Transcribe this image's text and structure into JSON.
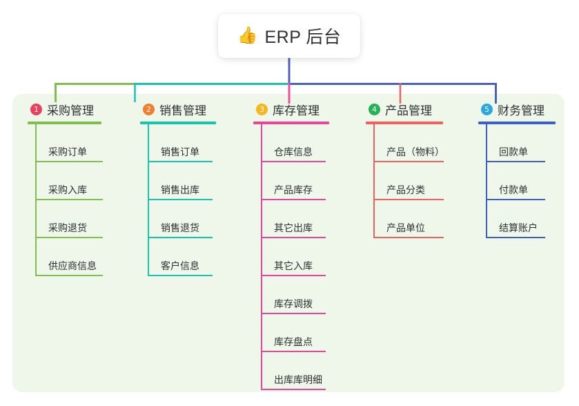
{
  "root": {
    "icon": "thumbs-up-icon",
    "icon_glyph": "👍",
    "title": "ERP 后台",
    "connector_color": "#4d5fc4"
  },
  "panel": {
    "background_color": "#eef7ea"
  },
  "columns": [
    {
      "number": "1",
      "badge_color": "#ec3f5e",
      "line_color": "#7fbf4d",
      "connector_color": "#7fbf4d",
      "title": "采购管理",
      "items": [
        {
          "label": "采购订单"
        },
        {
          "label": "采购入库"
        },
        {
          "label": "采购退货"
        },
        {
          "label": "供应商信息"
        }
      ]
    },
    {
      "number": "2",
      "badge_color": "#f07e2d",
      "line_color": "#18c4b0",
      "connector_color": "#18c4b0",
      "title": "销售管理",
      "items": [
        {
          "label": "销售订单"
        },
        {
          "label": "销售出库"
        },
        {
          "label": "销售退货"
        },
        {
          "label": "客户信息"
        }
      ]
    },
    {
      "number": "3",
      "badge_color": "#f5b719",
      "line_color": "#e8459b",
      "connector_color": "#ed4e9e",
      "title": "库存管理",
      "items": [
        {
          "label": "仓库信息"
        },
        {
          "label": "产品库存"
        },
        {
          "label": "其它出库"
        },
        {
          "label": "其它入库"
        },
        {
          "label": "库存调拨"
        },
        {
          "label": "库存盘点"
        },
        {
          "label": "出库库明细"
        }
      ]
    },
    {
      "number": "4",
      "badge_color": "#22b355",
      "line_color": "#f2605e",
      "connector_color": "#f2605e",
      "title": "产品管理",
      "items": [
        {
          "label": "产品（物料）"
        },
        {
          "label": "产品分类"
        },
        {
          "label": "产品单位"
        }
      ]
    },
    {
      "number": "5",
      "badge_color": "#2ba6e0",
      "line_color": "#3a5fc8",
      "connector_color": "#4d5fc4",
      "title": "财务管理",
      "items": [
        {
          "label": "回款单"
        },
        {
          "label": "付款单"
        },
        {
          "label": "结算账户"
        }
      ]
    }
  ]
}
